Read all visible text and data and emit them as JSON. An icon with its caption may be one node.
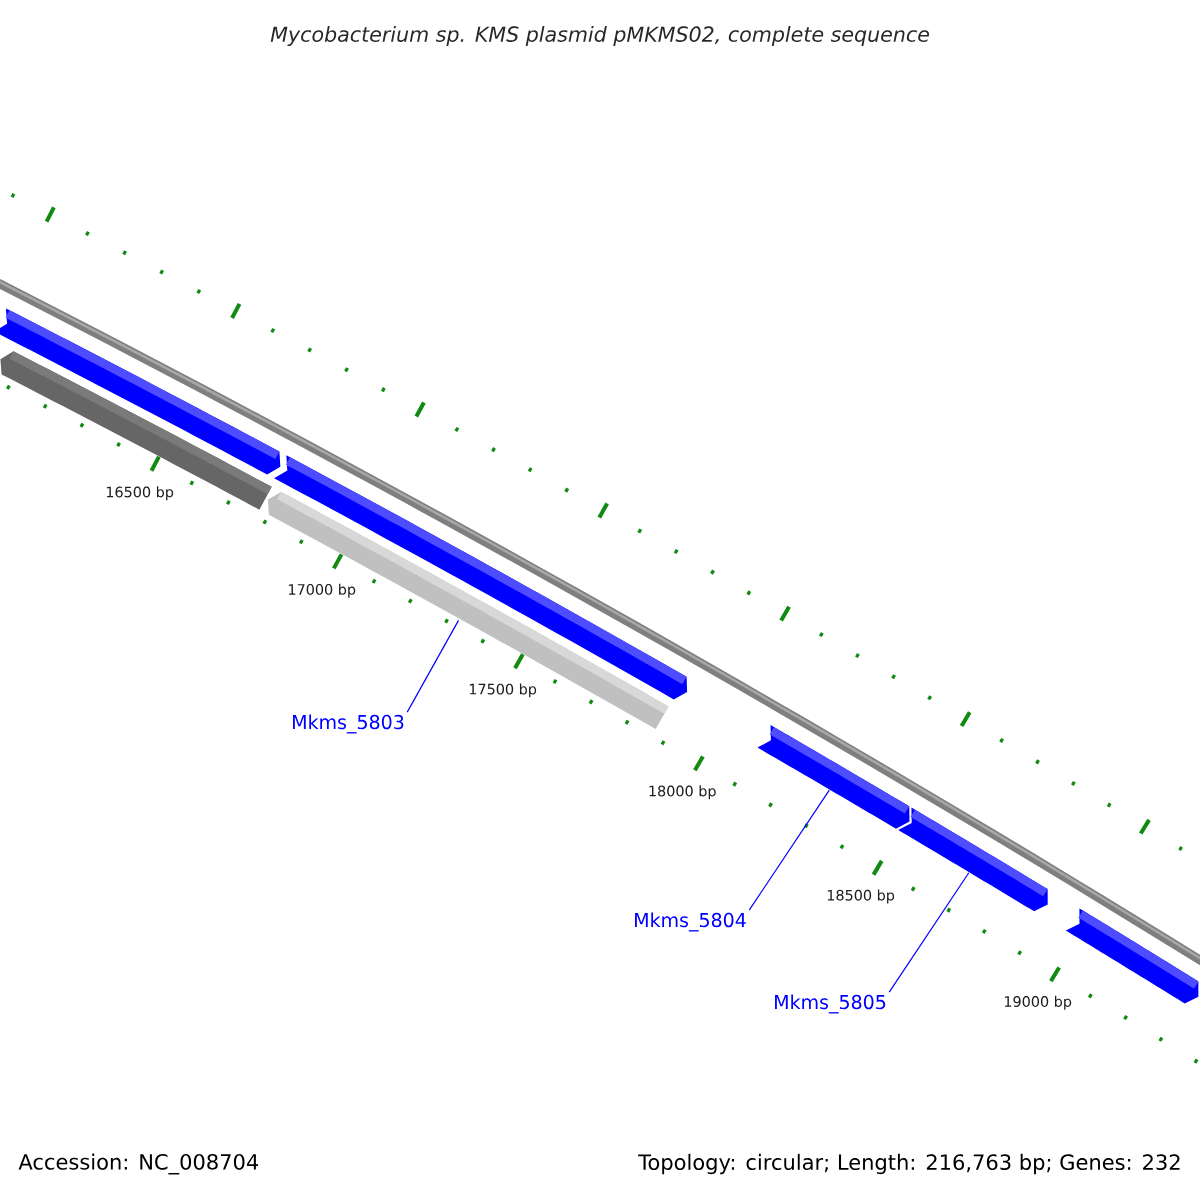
{
  "diagram": {
    "title": "Mycobacterium sp. KMS plasmid pMKMS02, complete sequence",
    "nodes": [
      {
        "text": [],
        "shape": "bar"
      },
      {
        "text": [],
        "shape": "bar"
      },
      {
        "text": [],
        "shape": "bar"
      },
      {
        "text": [],
        "shape": "bar"
      },
      {
        "text": [],
        "shape": "bar"
      },
      {
        "text": [],
        "shape": "bar"
      },
      {
        "text": [],
        "shape": "bar"
      },
      {
        "text": [
          "Mkms_5803"
        ]
      },
      {
        "text": [
          "Mkms_5804"
        ]
      },
      {
        "text": [
          "Mkms_5805"
        ]
      }
    ],
    "edges": [
      {
        "from": 7,
        "to": 2,
        "arrow": "none"
      },
      {
        "from": 8,
        "to": 4,
        "arrow": "none"
      },
      {
        "from": 9,
        "to": 5,
        "arrow": "none"
      }
    ],
    "labels": [
      "16500 bp",
      "17000 bp",
      "17500 bp",
      "18000 bp",
      "18500 bp",
      "19000 bp",
      "Accession: NC_008704",
      "Topology: circular; Length: 216,763 bp; Genes: 232"
    ]
  }
}
